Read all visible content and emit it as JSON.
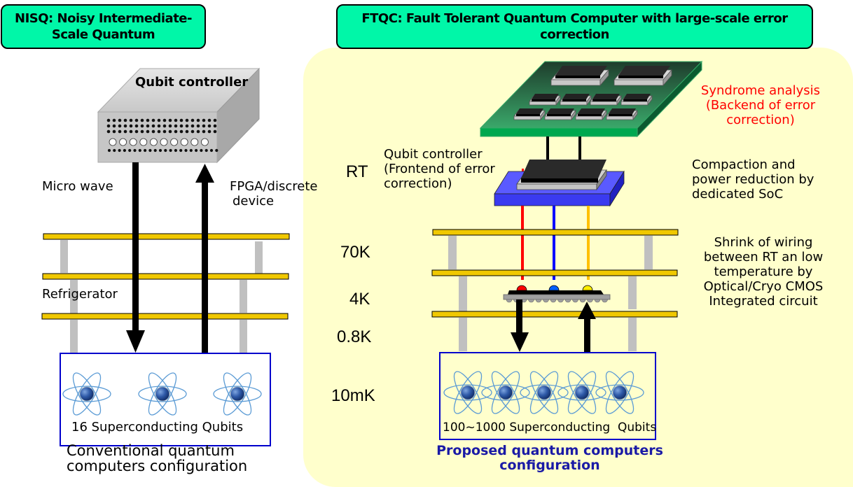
{
  "left": {
    "title": "NISQ: Noisy Intermediate-Scale Quantum",
    "title_lines": [
      "NISQ: Noisy Intermediate-",
      "Scale Quantum"
    ],
    "controller_label": "Qubit controller",
    "microwave_label": "Micro wave",
    "fpga_label_lines": [
      "FPGA/discrete",
      "device"
    ],
    "refrigerator_label": "Refrigerator",
    "qubits_label": "16 Superconducting Qubits",
    "qubit_icon_count": 3,
    "caption_lines": [
      "Conventional quantum",
      "computers configuration"
    ]
  },
  "right": {
    "title_lines": [
      "FTQC: Fault Tolerant Quantum Computer with large-scale error",
      "correction"
    ],
    "syndrome_label_lines": [
      "Syndrome analysis",
      "(Backend of error",
      "correction)"
    ],
    "controller_label_lines": [
      "Qubit controller",
      "(Frontend of error",
      "correction)"
    ],
    "soc_label_lines": [
      "Compaction and",
      "power reduction by",
      "dedicated SoC"
    ],
    "wiring_label_lines": [
      "Shrink of wiring",
      "between RT an low",
      "temperature by",
      "Optical/Cryo CMOS",
      "Integrated circuit"
    ],
    "temperatures": [
      "RT",
      "70K",
      "4K",
      "0.8K",
      "10mK"
    ],
    "qubits_label": "100~1000 Superconducting  Qubits",
    "qubit_icon_count": 5,
    "caption_lines": [
      "Proposed quantum computers",
      "configuration"
    ]
  },
  "colors": {
    "title_fill": "#00f7a8",
    "panel_fill": "#ffffcc",
    "plate_fill": "#f0c800",
    "support_gray": "#c0c0c0",
    "qubit_box_border": "#0000cc",
    "syndrome_text": "#ff0000",
    "caption_blue": "#1a1aa6",
    "soc_blue": "#4040ff",
    "wire_red": "#ff0000",
    "wire_blue": "#0000ff",
    "wire_yellow": "#ffc000",
    "pcb_green": "#2e9e5e"
  }
}
